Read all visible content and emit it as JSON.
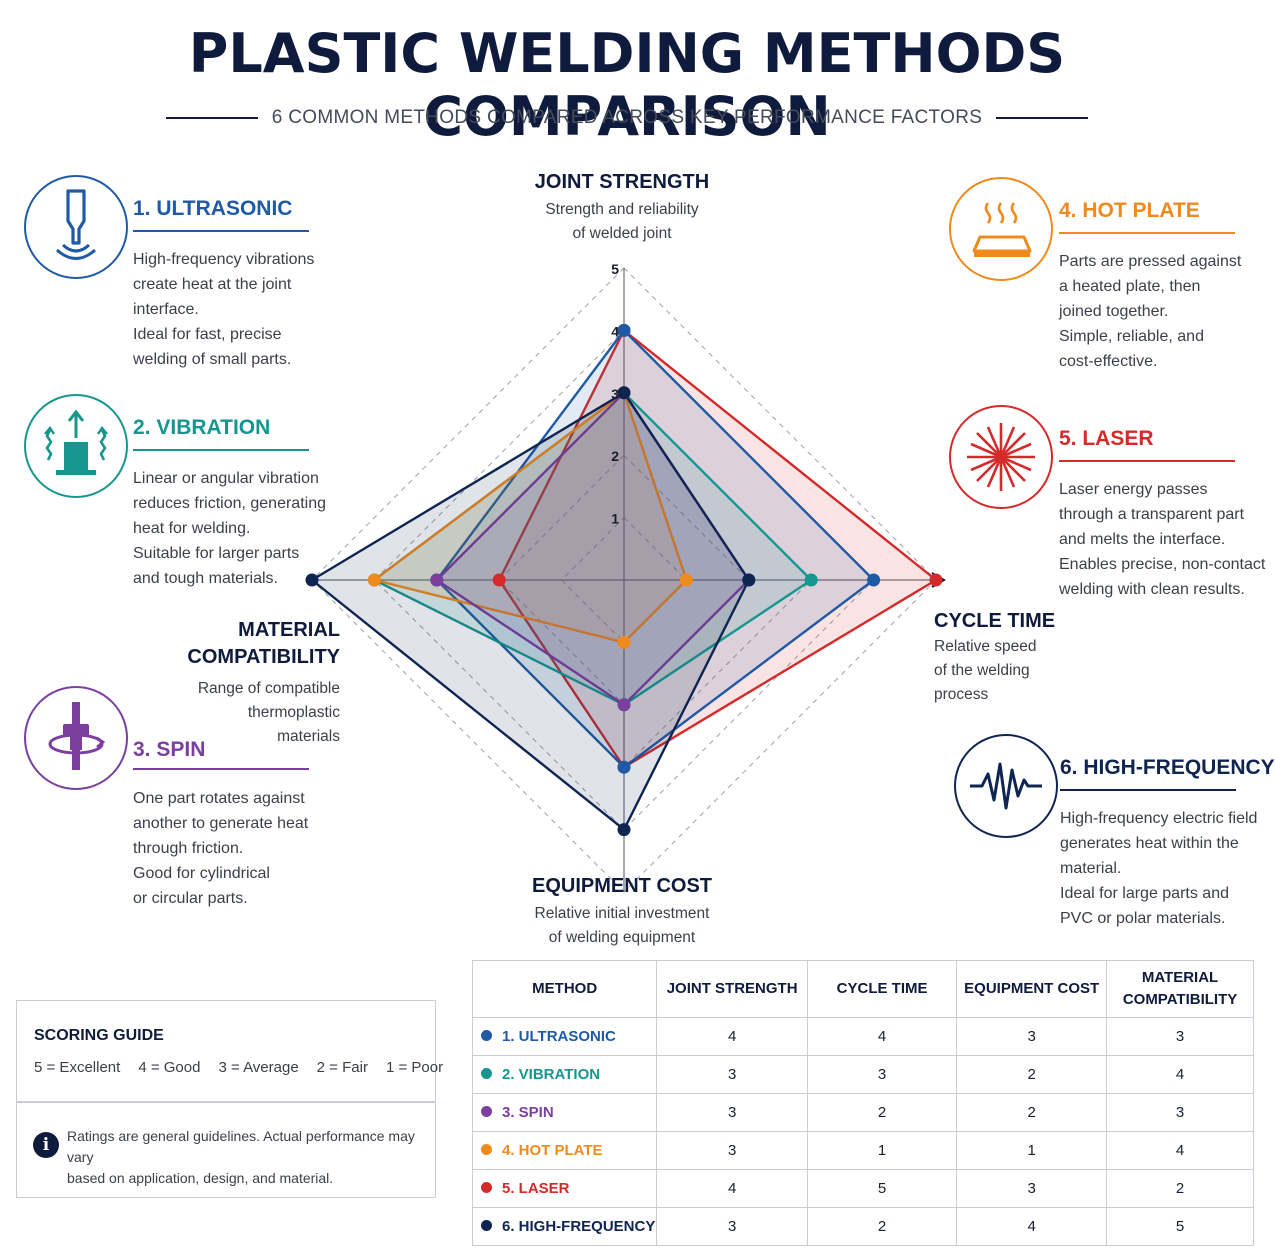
{
  "title": "PLASTIC WELDING METHODS COMPARISON",
  "subtitle": "6 COMMON METHODS COMPARED ACROSS KEY PERFORMANCE FACTORS",
  "methods": [
    {
      "title": "1. ULTRASONIC",
      "color": "#1f5aa6",
      "icon": "ultrasonic-horn-icon",
      "desc": [
        "High-frequency vibrations",
        "create heat at the joint",
        "interface.",
        "Ideal for fast, precise",
        "welding of small parts."
      ]
    },
    {
      "title": "2. VIBRATION",
      "color": "#17968f",
      "icon": "vibration-block-icon",
      "desc": [
        "Linear or angular vibration",
        "reduces friction, generating",
        "heat for welding.",
        "Suitable for larger parts",
        "and tough materials."
      ]
    },
    {
      "title": "3. SPIN",
      "color": "#7b3fa0",
      "icon": "spin-rotation-icon",
      "desc": [
        "One part rotates against",
        "another to generate heat",
        "through friction.",
        "Good for cylindrical",
        "or circular parts."
      ]
    },
    {
      "title": "4. HOT PLATE",
      "color": "#f08a1d",
      "icon": "hot-plate-icon",
      "desc": [
        "Parts are pressed against",
        "a heated plate, then",
        "joined together.",
        "Simple, reliable, and",
        "cost-effective."
      ]
    },
    {
      "title": "5. LASER",
      "color": "#d42a2a",
      "icon": "laser-burst-icon",
      "desc": [
        "Laser energy passes",
        "through a transparent part",
        "and melts the interface.",
        "Enables precise, non-contact",
        "welding with clean results."
      ]
    },
    {
      "title": "6. HIGH-FREQUENCY",
      "color": "#0f2551",
      "icon": "wave-signal-icon",
      "desc": [
        "High-frequency electric field",
        "generates heat within the",
        "material.",
        "Ideal for large parts and",
        "PVC or polar materials."
      ]
    }
  ],
  "axes": {
    "joint_strength": {
      "title": "JOINT STRENGTH",
      "desc": [
        "Strength and reliability",
        "of welded joint"
      ]
    },
    "cycle_time": {
      "title": "CYCLE TIME",
      "desc": [
        "Relative speed",
        "of the welding",
        "process"
      ]
    },
    "equipment_cost": {
      "title": "EQUIPMENT COST",
      "desc": [
        "Relative initial investment",
        "of welding equipment"
      ]
    },
    "material_compat": {
      "title": [
        "MATERIAL",
        "COMPATIBILITY"
      ],
      "desc": [
        "Range of compatible",
        "thermoplastic",
        "materials"
      ]
    }
  },
  "scoring": {
    "title": "SCORING GUIDE",
    "scale": [
      "5 = Excellent",
      "4 = Good",
      "3 = Average",
      "2 = Fair",
      "1 = Poor"
    ],
    "info_icon": "info-icon",
    "note": [
      "Ratings are general guidelines. Actual performance may vary",
      "based on application, design, and material."
    ]
  },
  "table": {
    "headers": [
      "METHOD",
      "JOINT STRENGTH",
      "CYCLE TIME",
      "EQUIPMENT COST",
      "MATERIAL COMPATIBILITY"
    ]
  },
  "chart_data": {
    "type": "radar",
    "title": "",
    "categories": [
      "JOINT STRENGTH",
      "CYCLE TIME",
      "EQUIPMENT COST",
      "MATERIAL COMPATIBILITY"
    ],
    "range": [
      0,
      5
    ],
    "series": [
      {
        "name": "1. ULTRASONIC",
        "color": "#1f5aa6",
        "values": [
          4,
          4,
          3,
          3
        ]
      },
      {
        "name": "2. VIBRATION",
        "color": "#17968f",
        "values": [
          3,
          3,
          2,
          4
        ]
      },
      {
        "name": "3. SPIN",
        "color": "#7b3fa0",
        "values": [
          3,
          2,
          2,
          3
        ]
      },
      {
        "name": "4. HOT PLATE",
        "color": "#f08a1d",
        "values": [
          3,
          1,
          1,
          4
        ]
      },
      {
        "name": "5. LASER",
        "color": "#d42a2a",
        "values": [
          4,
          5,
          3,
          2
        ]
      },
      {
        "name": "6. HIGH-FREQUENCY",
        "color": "#0f2551",
        "values": [
          3,
          2,
          4,
          5
        ]
      }
    ]
  }
}
